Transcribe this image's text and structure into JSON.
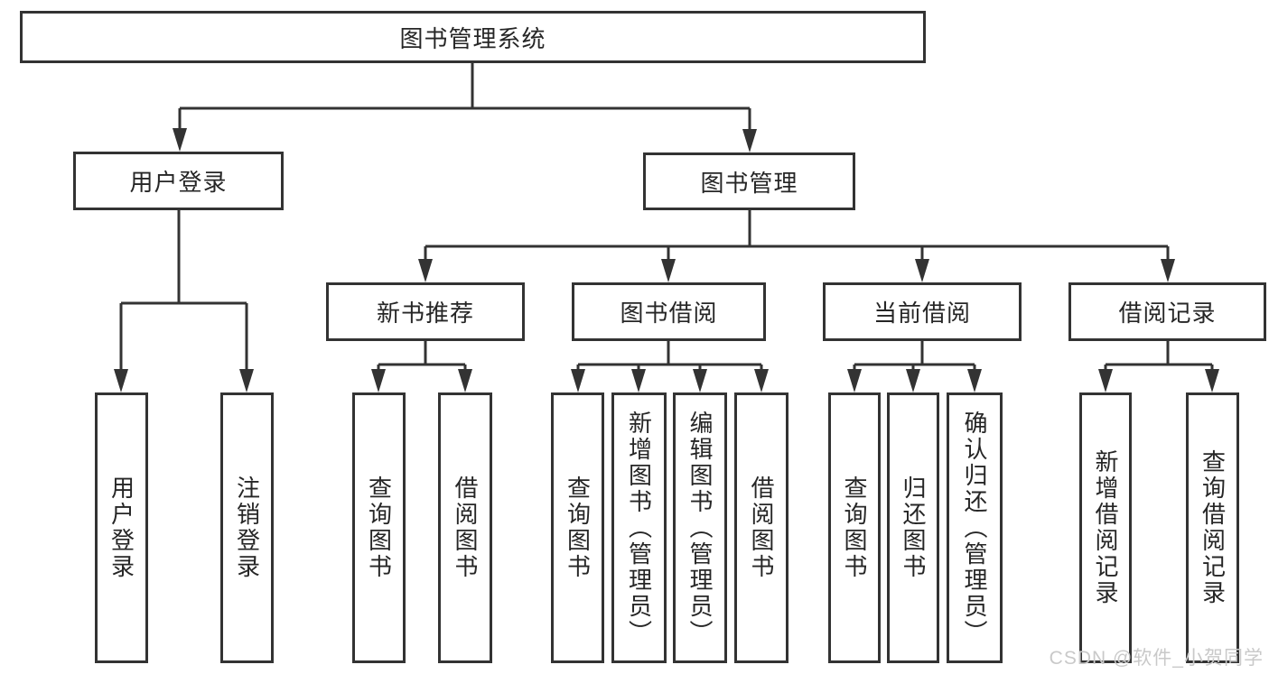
{
  "tree": {
    "root": {
      "label": "图书管理系统"
    },
    "branches": [
      {
        "label": "用户登录",
        "leaves": [
          {
            "label": "用户登录"
          },
          {
            "label": "注销登录"
          }
        ]
      },
      {
        "label": "图书管理",
        "groups": [
          {
            "label": "新书推荐",
            "leaves": [
              {
                "label": "查询图书"
              },
              {
                "label": "借阅图书"
              }
            ]
          },
          {
            "label": "图书借阅",
            "leaves": [
              {
                "label": "查询图书"
              },
              {
                "label": "新增图书（管理员）"
              },
              {
                "label": "编辑图书（管理员）"
              },
              {
                "label": "借阅图书"
              }
            ]
          },
          {
            "label": "当前借阅",
            "leaves": [
              {
                "label": "查询图书"
              },
              {
                "label": "归还图书"
              },
              {
                "label": "确认归还（管理员）"
              }
            ]
          },
          {
            "label": "借阅记录",
            "leaves": [
              {
                "label": "新增借阅记录"
              },
              {
                "label": "查询借阅记录"
              }
            ]
          }
        ]
      }
    ]
  },
  "watermark": "CSDN @软件_小贺同学",
  "colors": {
    "line": "#333333",
    "text": "#262626",
    "background": "#ffffff",
    "watermark": "#c9c9c9"
  }
}
